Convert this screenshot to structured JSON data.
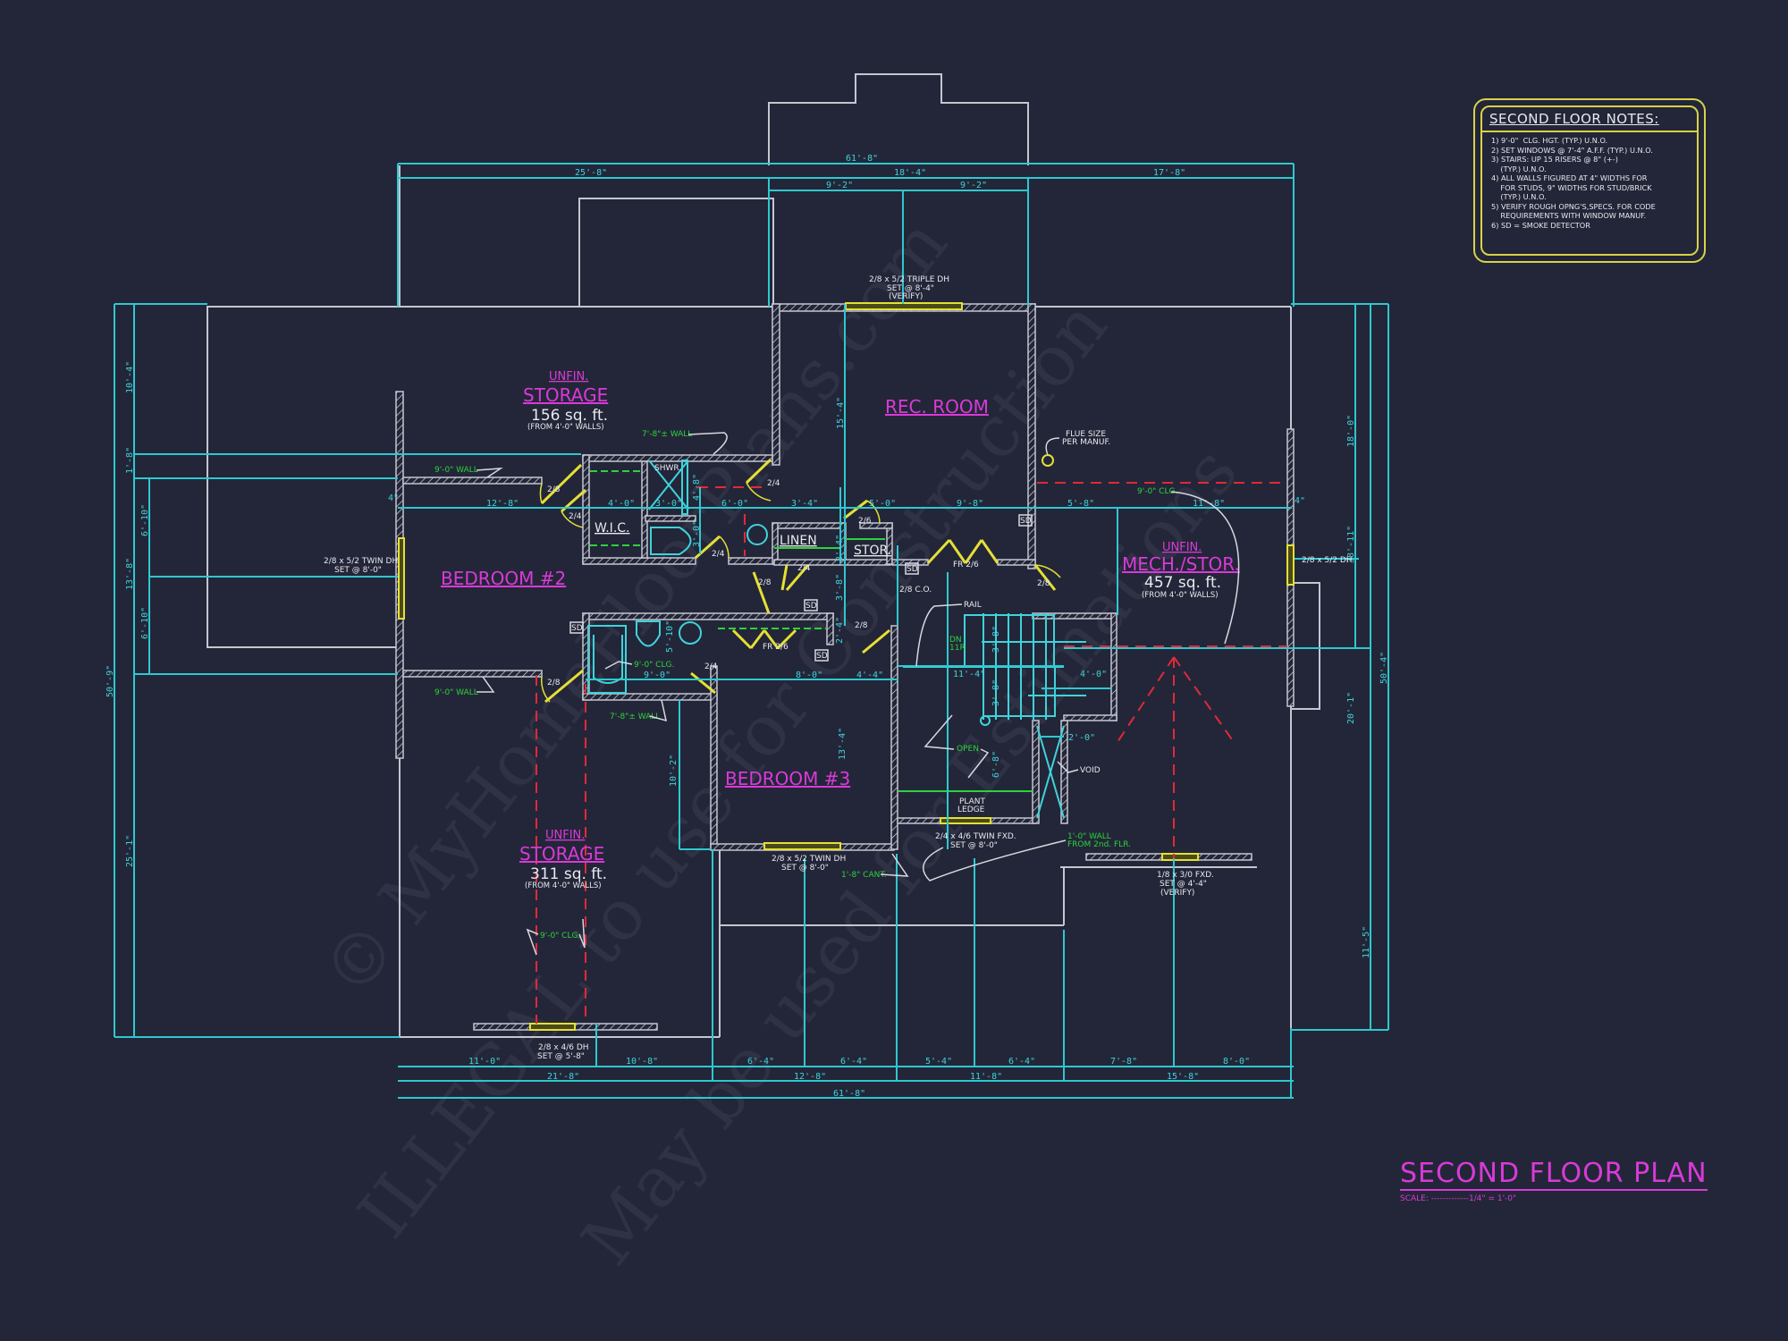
{
  "title": {
    "main": "SECOND FLOOR PLAN",
    "scale": "SCALE: -------------1/4\" = 1'-0\""
  },
  "notes": {
    "heading": "SECOND FLOOR NOTES:",
    "items": [
      "1) 9'-0\"  CLG. HGT. (TYP.) U.N.O.",
      "2) SET WINDOWS @ 7'-4\" A.F.F. (TYP.) U.N.O.",
      "3) STAIRS: UP 15 RISERS @ 8\" (+-)",
      "    (TYP.) U.N.O.",
      "4) ALL WALLS FIGURED AT 4\" WIDTHS FOR",
      "    FOR STUDS, 9\" WIDTHS FOR STUD/BRICK",
      "    (TYP.) U.N.O.",
      "5) VERIFY ROUGH OPNG'S,SPECS. FOR CODE",
      "    REQUIREMENTS WITH WINDOW MANUF.",
      "6) SD = SMOKE DETECTOR"
    ]
  },
  "rooms": {
    "storage_top": {
      "prefix": "UNFIN.",
      "name": "STORAGE",
      "area": "156 sq. ft.",
      "sub": "(FROM 4'-0\" WALLS)"
    },
    "bedroom2": {
      "name": "BEDROOM #2"
    },
    "rec_room": {
      "name": "REC. ROOM"
    },
    "mech": {
      "prefix": "UNFIN.",
      "name": "MECH./STOR.",
      "area": "457 sq. ft.",
      "sub": "(FROM 4'-0\" WALLS)"
    },
    "bedroom3": {
      "name": "BEDROOM #3"
    },
    "storage_bottom": {
      "prefix": "UNFIN.",
      "name": "STORAGE",
      "area": "311 sq. ft.",
      "sub": "(FROM 4'-0\" WALLS)"
    },
    "wic": "W.I.C.",
    "shwr": "SHWR.",
    "linen": "LINEN",
    "stor": "STOR."
  },
  "windows": {
    "top_triple": [
      "2/8 x 5/2 TRIPLE DH",
      "SET @ 8'-4\"",
      "(VERIFY)"
    ],
    "left_twin": [
      "2/8 x 5/2 TWIN DH",
      "SET @ 8'-0\""
    ],
    "right_dh": "2/8 x 5/2 DH",
    "bed3_twin": [
      "2/8 x 5/2 TWIN DH",
      "SET @ 8'-0\""
    ],
    "stair_fxd": [
      "2/4 x 4/6 TWIN FXD.",
      "SET @ 8'-0\""
    ],
    "mech_fxd": [
      "1/8 x 3/0 FXD.",
      "SET @ 4'-4\"",
      "(VERIFY)"
    ],
    "storage_dh": [
      "2/8 x 4/6 DH",
      "SET @ 5'-8\""
    ]
  },
  "annotations": {
    "flue": [
      "FLUE SIZE",
      "PER MANUF."
    ],
    "wall_78": "7'-8\"± WALL",
    "wall_90_top": "9'-0\" WALL",
    "wall_90_bot": "9'-0\" WALL",
    "wall_78_bot": "7'-8\"± WALL",
    "clg_mech": "9'-0\" CLG.",
    "clg_bath": "9'-0\" CLG.",
    "clg_storage": "9'-0\" CLG.",
    "open": "OPEN",
    "dn": "DN",
    "risers": "11R",
    "rail": "RAIL",
    "plant_ledge": [
      "PLANT",
      "LEDGE"
    ],
    "void": "VOID",
    "wall_10": [
      "1'-0\" WALL",
      "FROM 2nd. FLR."
    ],
    "cant": "1'-8\" CANT.",
    "co": "2/8 C.O.",
    "sd": "SD",
    "fr26_a": "FR 2/6",
    "fr26_b": "FR 2/6"
  },
  "doors": [
    "2/8",
    "2/4",
    "2/4",
    "2/4",
    "2/6",
    "2/4",
    "2/8",
    "2/8",
    "2/8",
    "2/4",
    "2/8",
    "2/8"
  ],
  "dimensions": {
    "top": {
      "overall": "61'-8\"",
      "left": "25'-8\"",
      "mid": "18'-4\"",
      "right": "17'-8\"",
      "mid_a": "9'-2\"",
      "mid_b": "9'-2\""
    },
    "bottom": {
      "overall": "61'-8\"",
      "a": "11'-0\"",
      "b": "10'-8\"",
      "c": "6'-4\"",
      "d": "6'-4\"",
      "e": "5'-4\"",
      "f": "6'-4\"",
      "g": "7'-8\"",
      "h": "8'-0\"",
      "g1": "21'-8\"",
      "g2": "12'-8\"",
      "g3": "11'-8\"",
      "g4": "15'-8\""
    },
    "left": {
      "overall": "50'-9\"",
      "a": "10'-4\"",
      "b": "1'-8\"",
      "c": "13'-8\"",
      "c1": "6'-10\"",
      "c2": "6'-10\"",
      "d": "25'-1\""
    },
    "right": {
      "overall": "50'-4\"",
      "a": "18'-0\"",
      "b": "20'-1\"",
      "c": "38'-11\"",
      "d": "11'-5\""
    },
    "interior": {
      "d1": "12'-8\"",
      "d2": "4'-0\"",
      "d3": "3'-0\"",
      "d4": "4'-8\"",
      "d5": "6'-0\"",
      "d6": "3'-4\"",
      "d7": "5'-0\"",
      "d8": "9'-8\"",
      "d9": "5'-8\"",
      "d10": "11'-8\"",
      "d11": "3'-0\"",
      "d12": "2'-4\"",
      "d13": "3'-8\"",
      "d14": "15'-4\"",
      "d15": "5'-10\"",
      "d16": "9'-0\"",
      "d17": "8'-0\"",
      "d18": "4'-4\"",
      "d19": "2'-4\"",
      "d20": "10'-2\"",
      "d21": "13'-4\"",
      "d22": "11'-4\"",
      "d23": "4'-0\"",
      "d24": "3'-8\"",
      "d25": "3'-8\"",
      "d26": "6'-8\"",
      "d27": "2'-0\"",
      "d28": "4\"",
      "d29": "4\""
    }
  },
  "watermark": [
    "© MyHomeFloorPlans.com",
    "ILLEGAL to use for Construction",
    "May be used for Estimations"
  ],
  "colors": {
    "background": "#232638",
    "dimension": "#2ec8d0",
    "room_label": "#d93ad8",
    "window": "#e4e035",
    "note_green": "#2bd33c",
    "hidden_red": "#e02a3a"
  }
}
